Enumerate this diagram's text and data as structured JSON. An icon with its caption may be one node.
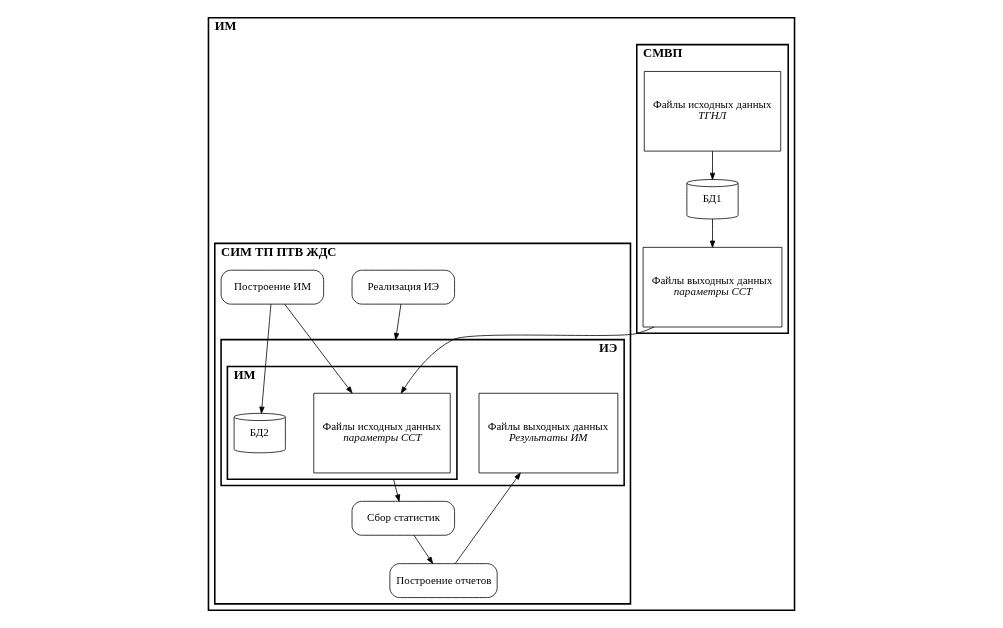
{
  "diagram": {
    "nodes": [
      {
        "text": [
          "ИМ"
        ]
      },
      {
        "text": [
          "СМВП"
        ],
        "in": 0
      },
      {
        "text": [
          "Файлы исходных данных",
          "ТГНЛ"
        ],
        "in": 1
      },
      {
        "text": [
          "БД1"
        ],
        "in": 1
      },
      {
        "text": [
          "Файлы выходных данных",
          "параметры ССТ"
        ],
        "in": 1
      },
      {
        "text": [
          "СИМ ТП ПТВ ЖДС"
        ],
        "in": 0
      },
      {
        "text": [
          "Построение ИМ"
        ],
        "in": 5
      },
      {
        "text": [
          "Реализация ИЭ"
        ],
        "in": 5
      },
      {
        "text": [
          "ИЭ"
        ],
        "in": 5
      },
      {
        "text": [
          "ИМ"
        ],
        "in": 8
      },
      {
        "text": [
          "Файлы исходных данных",
          "параметры ССТ"
        ],
        "in": 9
      },
      {
        "text": [
          "БД2"
        ],
        "in": 9
      },
      {
        "text": [
          "Файлы выходных данных",
          "Результаты ИМ"
        ],
        "in": 8
      },
      {
        "text": [
          "Сбор статистик"
        ],
        "in": 5
      },
      {
        "text": [
          "Построение отчетов"
        ],
        "in": 5
      }
    ],
    "edges": [
      {
        "from": 2,
        "to": 3,
        "arrow": "to"
      },
      {
        "from": 3,
        "to": 4,
        "arrow": "to"
      },
      {
        "from": 4,
        "to": 10,
        "arrow": "to"
      },
      {
        "from": 6,
        "to": 10,
        "arrow": "to"
      },
      {
        "from": 6,
        "to": 11,
        "arrow": "to"
      },
      {
        "from": 7,
        "to": 8,
        "arrow": "to"
      },
      {
        "from": 9,
        "to": 13,
        "arrow": "to"
      },
      {
        "from": 13,
        "to": 14,
        "arrow": "to"
      },
      {
        "from": 14,
        "to": 12,
        "arrow": "to"
      }
    ]
  }
}
